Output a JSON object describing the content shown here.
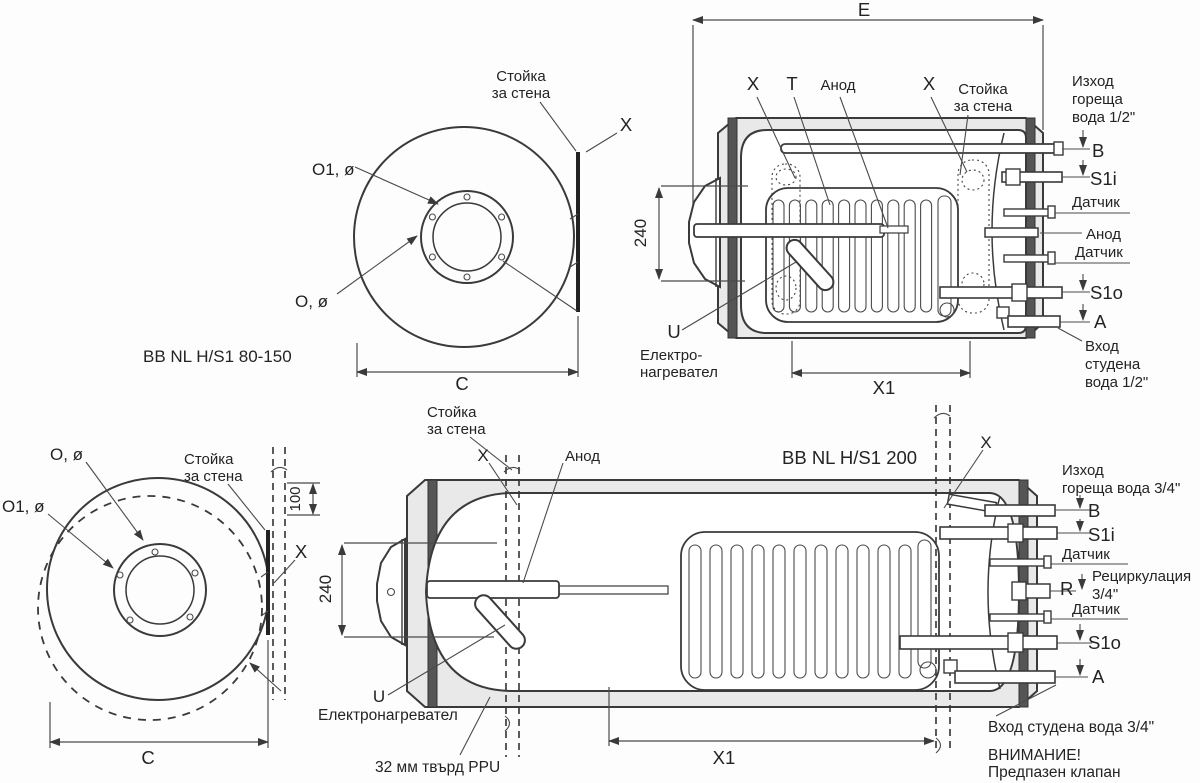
{
  "colors": {
    "line": "#3a3a3a",
    "insulation": "#e9e9e9",
    "band": "#555555",
    "text": "#232323"
  },
  "v1": {
    "wall_stand_l1": "Стойка",
    "wall_stand_l2": "за стена",
    "x": "X",
    "o1": "O1, ø",
    "o": "O, ø",
    "model": "BB NL H/S1 80-150",
    "dim_c": "C"
  },
  "v2": {
    "dim_e": "E",
    "x_top_left": "X",
    "t": "T",
    "anode_top": "Анод",
    "x_top_right": "X",
    "wall_stand_l1": "Стойка",
    "wall_stand_l2": "за стена",
    "outlet_l1": "Изход",
    "outlet_l2": "гореща",
    "outlet_l3": "вода 1/2\"",
    "b": "B",
    "s1i": "S1i",
    "sensor_top": "Датчик",
    "anode": "Анод",
    "sensor_bottom": "Датчик",
    "s1o": "S1o",
    "a": "A",
    "inlet_l1": "Вход",
    "inlet_l2": "студена",
    "inlet_l3": "вода 1/2\"",
    "dim_240": "240",
    "u": "U",
    "heater_l1": "Електро-",
    "heater_l2": "нагревател",
    "dim_x1": "X1"
  },
  "v3": {
    "o": "O, ø",
    "o1": "O1, ø",
    "wall_stand_l1": "Стойка",
    "wall_stand_l2": "за стена",
    "dim_100": "100",
    "x": "X",
    "dim_c": "C"
  },
  "v4": {
    "wall_stand_l1": "Стойка",
    "wall_stand_l2": "за стена",
    "x_top": "X",
    "anode_top": "Анод",
    "model": "BB NL H/S1 200",
    "x_right": "X",
    "outlet_l1": "Изход",
    "outlet_l2": "гореща вода 3/4\"",
    "b": "B",
    "s1i": "S1i",
    "sensor_top": "Датчик",
    "r": "R",
    "recirc_l1": "Рециркулация",
    "recirc_l2": "3/4\"",
    "sensor_bottom": "Датчик",
    "s1o": "S1o",
    "a": "A",
    "inlet": "Вход студена вода 3/4\"",
    "warning": "ВНИМАНИЕ!",
    "valve": "Предпазен клапан",
    "dim_240": "240",
    "u": "U",
    "heater": "Електронагревател",
    "ppu": "32 мм твърд  PPU",
    "dim_x1": "X1"
  }
}
